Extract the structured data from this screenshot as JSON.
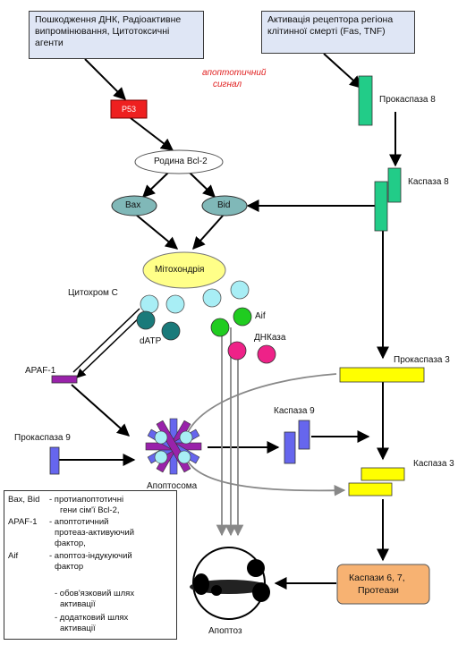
{
  "boxes": {
    "damage": "Пошкодження ДНК, Радіоактивне випромінювання, Цитотоксичні агенти",
    "receptor": "Активація рецептора регіона клітинної смерті (Fas, TNF)"
  },
  "signal": {
    "line1": "апоптотичний",
    "line2": "сигнал"
  },
  "nodes": {
    "p53": "P53",
    "bcl2": "Родина Bcl-2",
    "bax": "Bax",
    "bid": "Bid",
    "mito": "Мітохондрія",
    "cytc": "Цитохром С",
    "datp": "dATP",
    "aif": "Aif",
    "dnase": "ДНКаза",
    "apaf": "APAF-1",
    "procasp9": "Прокаспаза 9",
    "apoptosome": "Апоптосома",
    "casp9": "Каспаза 9",
    "procasp8": "Прокаспаза 8",
    "casp8": "Каспаза 8",
    "procasp3": "Прокаспаза 3",
    "casp3": "Каспаза 3",
    "casp67_1": "Каспази 6, 7,",
    "casp67_2": "Протеази",
    "apoptosis": "Апоптоз"
  },
  "legend": {
    "bax_key": "Bax, Bid",
    "bax_desc1": "- протиапоптотичні",
    "bax_desc2": "гени сім'ї Bcl-2,",
    "apaf_key": "APAF-1",
    "apaf_desc1": "- апоптотичний",
    "apaf_desc2": "протеаз-активуючий",
    "apaf_desc3": "фактор,",
    "aif_key": "Aif",
    "aif_desc1": "- апоптоз-індукуючий",
    "aif_desc2": "фактор",
    "main_desc1": "- обов'язковий шлях",
    "main_desc2": "активації",
    "extra_desc1": "- додатковий шлях",
    "extra_desc2": "активації"
  },
  "colors": {
    "box_fill": "#dfe6f5",
    "p53": "#ee2020",
    "green_caspase": "#22cc88",
    "yellow_caspase": "#ffff00",
    "purple_caspase": "#6666ee",
    "teal_oval": "#80b8b8",
    "mito": "#ffff88",
    "casp67_box": "#f7b272"
  }
}
